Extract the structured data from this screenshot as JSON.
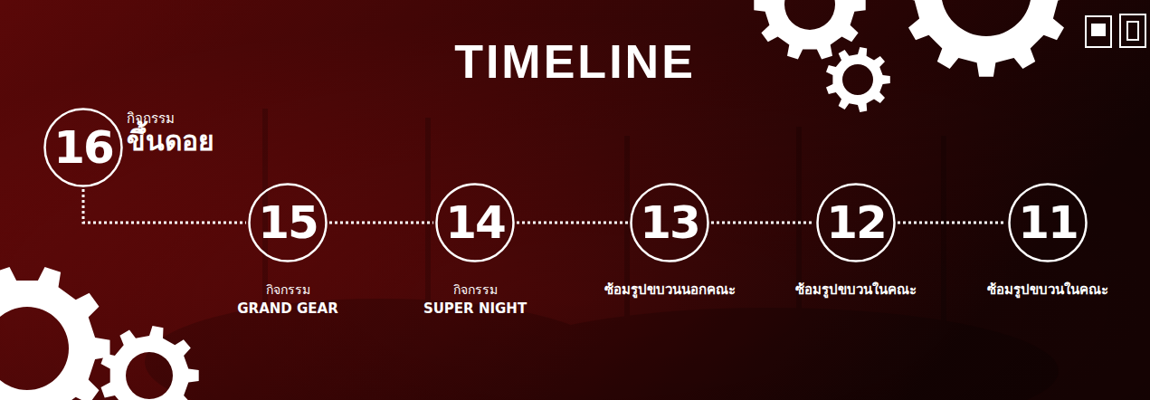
{
  "diagram": {
    "title": "TIMELINE",
    "nodes": [
      {
        "text": [
          "16",
          "กิจกรรม",
          "ขึ้นดอย"
        ]
      },
      {
        "text": [
          "15",
          "กิจกรรม",
          "GRAND GEAR"
        ]
      },
      {
        "text": [
          "14",
          "กิจกรรม",
          "SUPER NIGHT"
        ]
      },
      {
        "text": [
          "13",
          "ซ้อมรูปขบวนนอกคณะ"
        ]
      },
      {
        "text": [
          "12",
          "ซ้อมรูปขบวนในคณะ"
        ]
      },
      {
        "text": [
          "11",
          "ซ้อมรูปขบวนในคณะ"
        ]
      }
    ],
    "edges": [
      {
        "from": 0,
        "to": 1,
        "arrow": "none"
      },
      {
        "from": 1,
        "to": 2,
        "arrow": "none"
      },
      {
        "from": 2,
        "to": 3,
        "arrow": "none"
      },
      {
        "from": 3,
        "to": 4,
        "arrow": "none"
      },
      {
        "from": 4,
        "to": 5,
        "arrow": "none"
      }
    ]
  }
}
